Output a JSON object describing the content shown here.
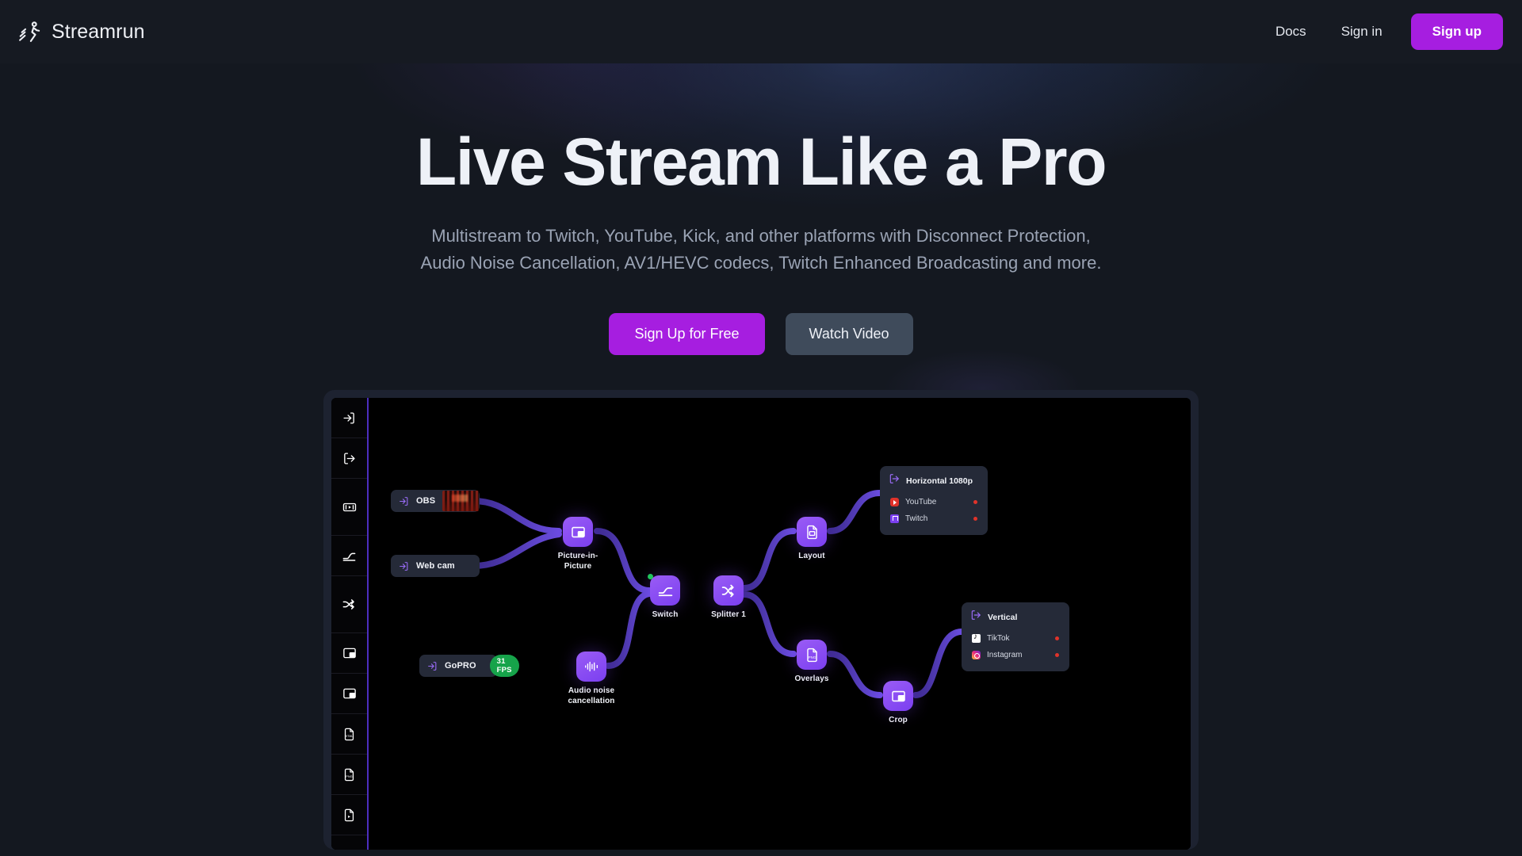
{
  "header": {
    "brand_name": "Streamrun",
    "logo_icon": "running-person-icon",
    "nav": [
      {
        "label": "Docs",
        "name": "nav-docs"
      },
      {
        "label": "Sign in",
        "name": "nav-sign-in"
      }
    ],
    "cta_label": "Sign up",
    "accent_color": "#a61ee0"
  },
  "hero": {
    "title": "Live Stream Like a Pro",
    "subtitle": "Multistream to Twitch, YouTube, Kick, and other platforms with Disconnect Protection, Audio Noise Cancellation, AV1/HEVC codecs, Twitch Enhanced Broadcasting and more.",
    "primary_cta": "Sign Up for Free",
    "secondary_cta": "Watch Video"
  },
  "editor": {
    "sidebar_tools": [
      {
        "name": "tool-input",
        "icon": "input-arrow-icon",
        "tall": false
      },
      {
        "name": "tool-output",
        "icon": "output-arrow-icon",
        "tall": false
      },
      {
        "name": "tool-media",
        "icon": "media-device-icon",
        "tall": true
      },
      {
        "name": "tool-switch",
        "icon": "switch-icon",
        "tall": false
      },
      {
        "name": "tool-splitter",
        "icon": "splitter-icon",
        "tall": true
      },
      {
        "name": "tool-picture-in-picture",
        "icon": "picture-in-picture-icon",
        "tall": false
      },
      {
        "name": "tool-crop",
        "icon": "crop-frame-icon",
        "tall": false
      },
      {
        "name": "tool-html-file",
        "icon": "html-file-icon",
        "tall": false
      },
      {
        "name": "tool-png-file",
        "icon": "png-file-icon",
        "tall": false
      },
      {
        "name": "tool-video-file",
        "icon": "video-file-icon",
        "tall": false
      }
    ],
    "source_nodes": [
      {
        "name": "node-obs",
        "label": "OBS",
        "icon": "input-arrow-icon",
        "thumbnail": true,
        "badge": null
      },
      {
        "name": "node-webcam",
        "label": "Web cam",
        "icon": "input-arrow-icon",
        "thumbnail": false,
        "badge": null
      },
      {
        "name": "node-gopro",
        "label": "GoPRO",
        "icon": "input-arrow-icon",
        "thumbnail": false,
        "badge": "31 FPS"
      }
    ],
    "process_nodes": [
      {
        "name": "node-picture-in-picture",
        "label": "Picture-in-Picture",
        "icon": "picture-in-picture-icon",
        "status": null
      },
      {
        "name": "node-audio-noise-cancellation",
        "label": "Audio noise\ncancellation",
        "icon": "audio-waveform-icon",
        "status": null
      },
      {
        "name": "node-switch",
        "label": "Switch",
        "icon": "switch-icon",
        "status": "active"
      },
      {
        "name": "node-splitter-1",
        "label": "Splitter 1",
        "icon": "splitter-icon",
        "status": null
      },
      {
        "name": "node-layout",
        "label": "Layout",
        "icon": "layout-file-icon",
        "status": null
      },
      {
        "name": "node-overlays",
        "label": "Overlays",
        "icon": "png-file-icon",
        "status": null
      },
      {
        "name": "node-crop",
        "label": "Crop",
        "icon": "crop-frame-icon",
        "status": null
      }
    ],
    "destinations": [
      {
        "name": "dest-horizontal-1080p",
        "title": "Horizontal 1080p",
        "icon": "output-arrow-icon",
        "platforms": [
          {
            "name": "YouTube",
            "icon": "youtube-icon",
            "status_color": "#e0332a"
          },
          {
            "name": "Twitch",
            "icon": "twitch-icon",
            "status_color": "#e0332a"
          }
        ]
      },
      {
        "name": "dest-vertical",
        "title": "Vertical",
        "icon": "output-arrow-icon",
        "platforms": [
          {
            "name": "TikTok",
            "icon": "tiktok-icon",
            "status_color": "#e0332a"
          },
          {
            "name": "Instagram",
            "icon": "instagram-icon",
            "status_color": "#e0332a"
          }
        ]
      }
    ]
  }
}
